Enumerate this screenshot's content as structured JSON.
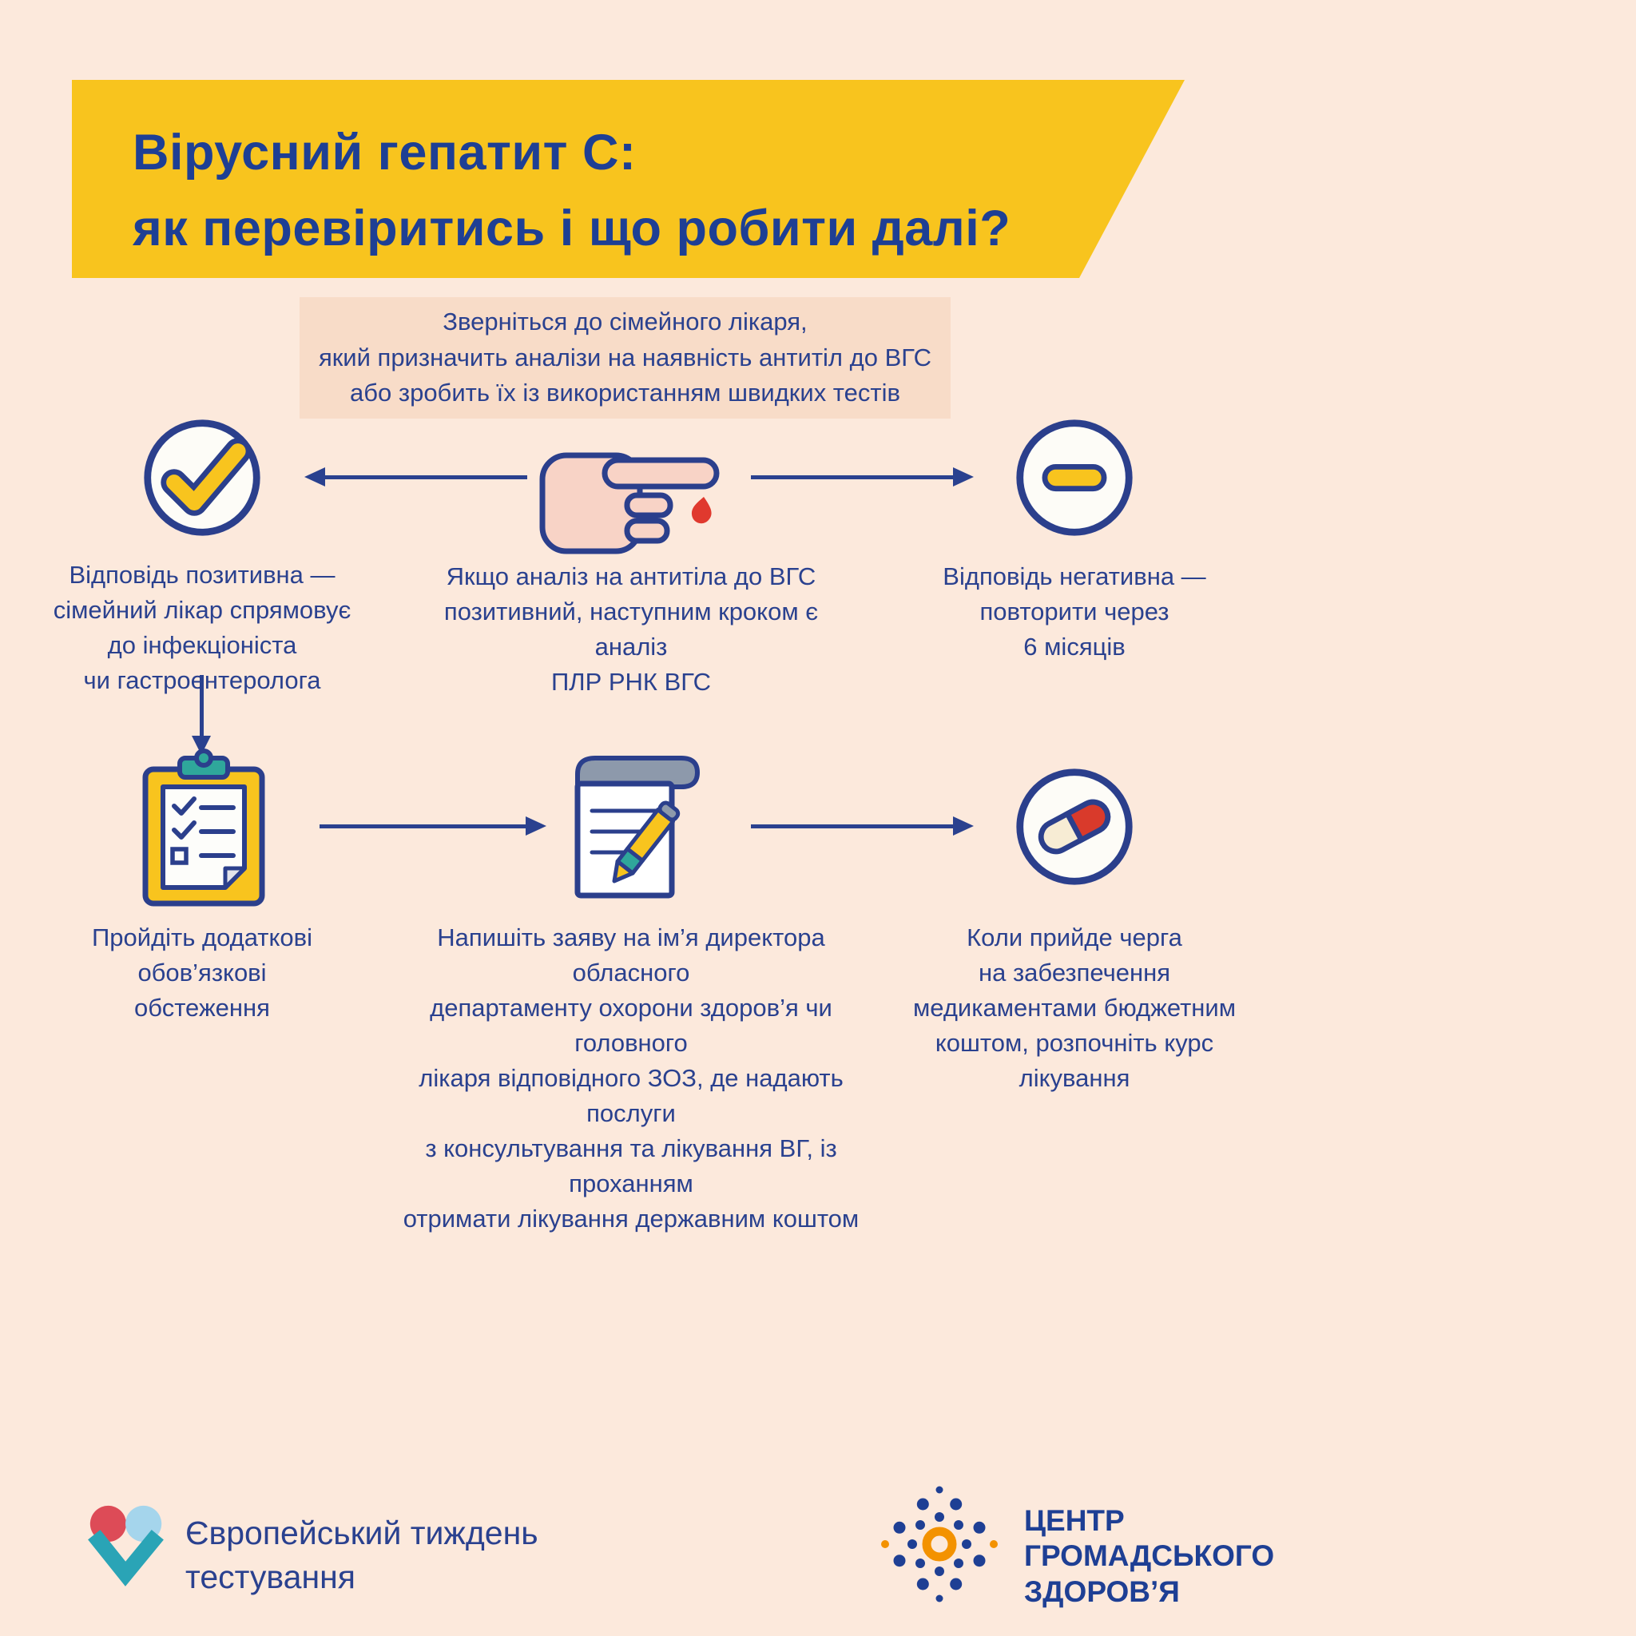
{
  "colors": {
    "background": "#fce9dc",
    "banner_yellow": "#f8c41e",
    "navy": "#1e3f94",
    "text_navy": "#2a418f",
    "intro_box_pink": "#f8dcc8",
    "red": "#e0392e",
    "teal": "#2fa79b",
    "gray": "#8d99ab",
    "light_blue": "#a5d5ec",
    "orange": "#f39200"
  },
  "title": {
    "text": "Вірусний гепатит С:\nяк перевіритись і що робити далі?"
  },
  "intro": {
    "text": "Зверніться до сімейного лікаря,\nякий призначить аналізи на наявність антитіл до ВГС\nабо зробить їх із використанням швидких тестів"
  },
  "flow": {
    "step_positive": "Відповідь позитивна —\nсімейний лікар спрямовує\nдо інфекціоніста\nчи гастроентеролога",
    "step_center": "Якщо аналіз на антитіла до ВГС\nпозитивний, наступним кроком є аналіз\nПЛР РНК ВГС",
    "step_negative": "Відповідь негативна —\nповторити через\n6 місяців",
    "step_exams": "Пройдіть додаткові\nобов’язкові\nобстеження",
    "step_application": "Напишіть заяву на ім’я директора обласного\nдепартаменту охорони здоров’я чи головного\nлікаря відповідного ЗОЗ, де надають послуги\nз консультування та лікування ВГ, із проханням\nотримати лікування державним коштом",
    "step_treatment": "Коли прийде черга\nна забезпечення\nмедикаментами бюджетним\nкоштом, розпочніть курс\nлікування"
  },
  "icons": {
    "positive_result": "check-circle-icon",
    "blood_test": "finger-blood-drop-icon",
    "negative_result": "minus-circle-icon",
    "examinations": "clipboard-checklist-icon",
    "application": "notepad-pen-icon",
    "treatment": "pill-circle-icon",
    "footer_left": "heart-logo-icon",
    "footer_right": "sunburst-dots-logo-icon"
  },
  "footer": {
    "left_logo_text": "Європейський тиждень\nтестування",
    "right_logo_text": "ЦЕНТР\nГРОМАДСЬКОГО\nЗДОРОВ’Я"
  }
}
